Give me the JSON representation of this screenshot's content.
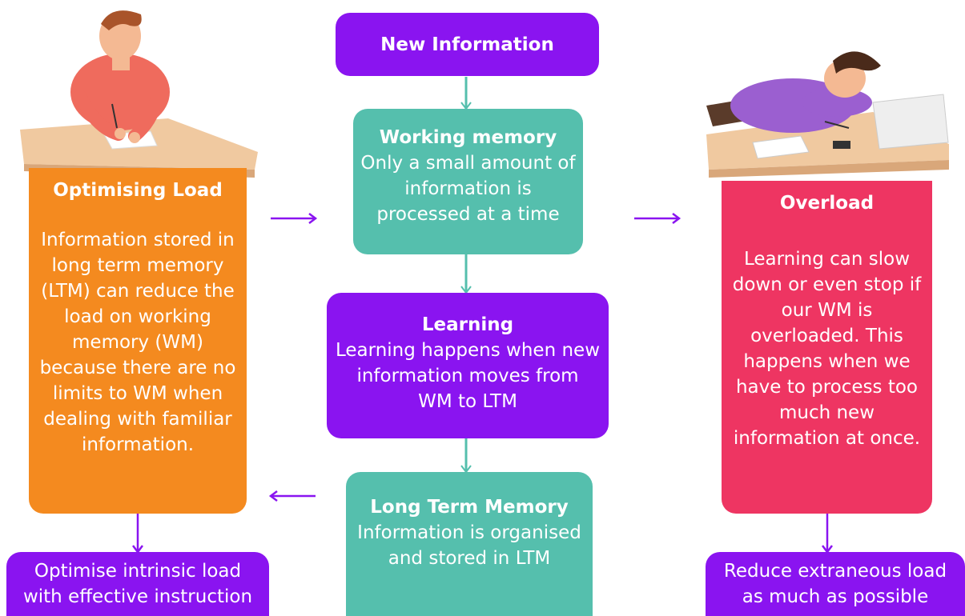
{
  "colors": {
    "purple": "#8a14f0",
    "teal": "#55bfad",
    "orange": "#f48a1f",
    "pink": "#ee3562",
    "arrow_purple": "#8a14f0",
    "arrow_teal": "#55bfad"
  },
  "center": {
    "new_information": {
      "title": "New Information"
    },
    "working_memory": {
      "title": "Working memory",
      "lines": [
        "Only a small amount of",
        "information is",
        "processed at a time"
      ]
    },
    "learning": {
      "title": "Learning",
      "lines": [
        "Learning happens when new",
        "information moves from",
        "WM to LTM"
      ]
    },
    "long_term_memory": {
      "title": "Long Term Memory",
      "lines": [
        "Information is organised",
        "and stored in  LTM"
      ]
    }
  },
  "left": {
    "optimising_load": {
      "title": "Optimising Load",
      "lines": [
        "Information stored in",
        "long term memory",
        "(LTM) can reduce the",
        "load on working",
        "memory (WM)",
        "because there are no",
        "limits to WM when",
        "dealing with familiar",
        "information."
      ]
    },
    "outcome": {
      "lines": [
        "Optimise intrinsic load",
        "with effective instruction"
      ]
    }
  },
  "right": {
    "overload": {
      "title": "Overload",
      "lines": [
        "Learning can slow",
        "down or even stop if",
        "our WM is",
        "overloaded. This",
        "happens when we",
        "have to process too",
        "much new",
        "information at once."
      ]
    },
    "outcome": {
      "lines": [
        "Reduce extraneous load",
        "as much as possible"
      ]
    }
  },
  "illustrations": {
    "left": "student-writing-at-desk",
    "right": "student-asleep-on-desk"
  }
}
